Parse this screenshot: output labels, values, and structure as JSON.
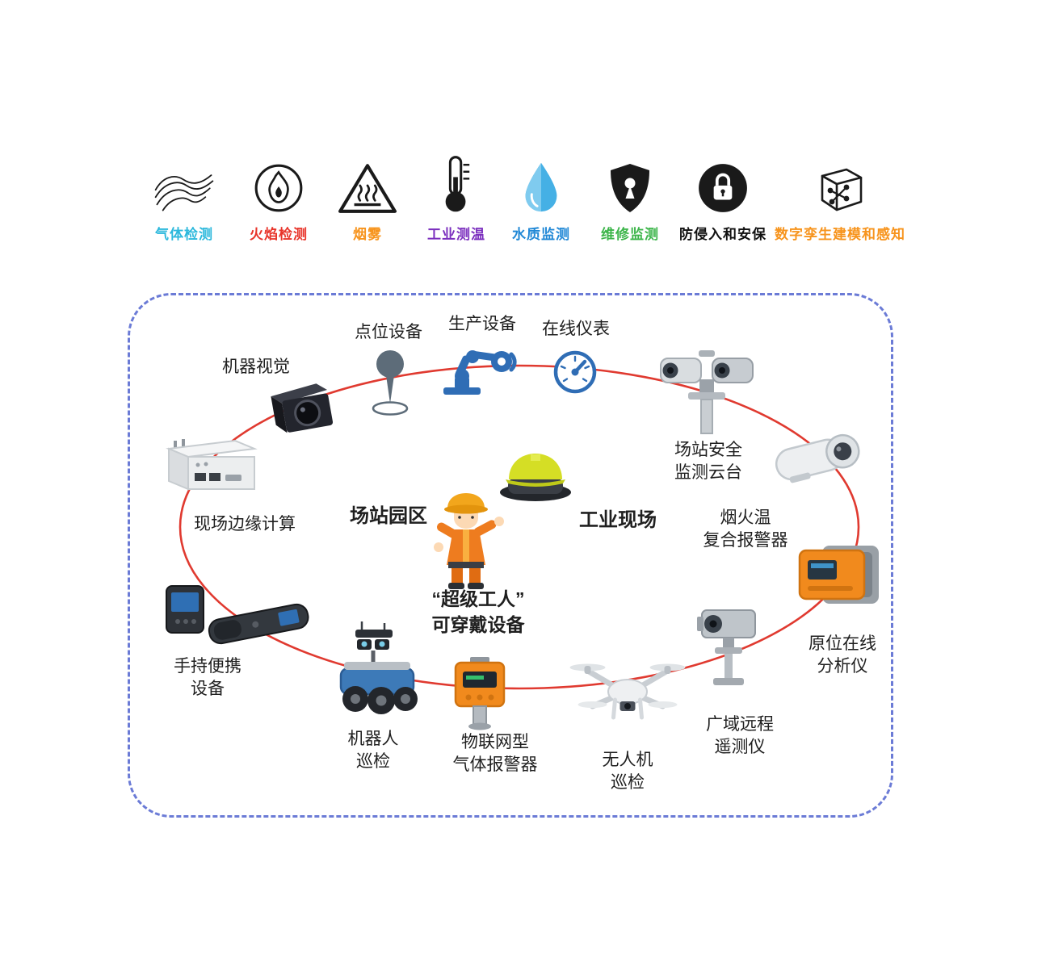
{
  "legend": {
    "items": [
      {
        "label": "气体检测",
        "color": "#2cb8dc",
        "icon": "gas-waves-icon"
      },
      {
        "label": "火焰检测",
        "color": "#e8342a",
        "icon": "flame-icon"
      },
      {
        "label": "烟雾",
        "color": "#f7941d",
        "icon": "smoke-warning-triangle-icon"
      },
      {
        "label": "工业测温",
        "color": "#7b2fbe",
        "icon": "thermometer-icon"
      },
      {
        "label": "水质监测",
        "color": "#2188d6",
        "icon": "water-drop-icon"
      },
      {
        "label": "维修监测",
        "color": "#3cb54a",
        "icon": "shield-keyhole-icon"
      },
      {
        "label": "防侵入和安保",
        "color": "#111111",
        "icon": "lock-circle-icon"
      },
      {
        "label": "数字孪生建模和感知",
        "color": "#f7941d",
        "icon": "digital-twin-cube-icon"
      }
    ]
  },
  "diagram": {
    "zone_left": "场站园区",
    "zone_right": "工业现场",
    "wearable": "“超级工人”\n可穿戴设备",
    "nodes": {
      "machine_vision": "机器视觉",
      "point_device": "点位设备",
      "production_equipment": "生产设备",
      "online_meter": "在线仪表",
      "station_ptz": "场站安全\n监测云台",
      "fire_temp_alarm": "烟火温\n复合报警器",
      "insitu_analyzer": "原位在线\n分析仪",
      "wide_area_telemetry": "广域远程\n遥测仪",
      "drone": "无人机\n巡检",
      "iot_gas_alarm": "物联网型\n气体报警器",
      "robot_patrol": "机器人\n巡检",
      "handheld": "手持便携\n设备",
      "edge_computing": "现场边缘计算"
    },
    "accent_colors": {
      "ring": "#e03a30",
      "boundary": "#6b7bd6"
    }
  }
}
